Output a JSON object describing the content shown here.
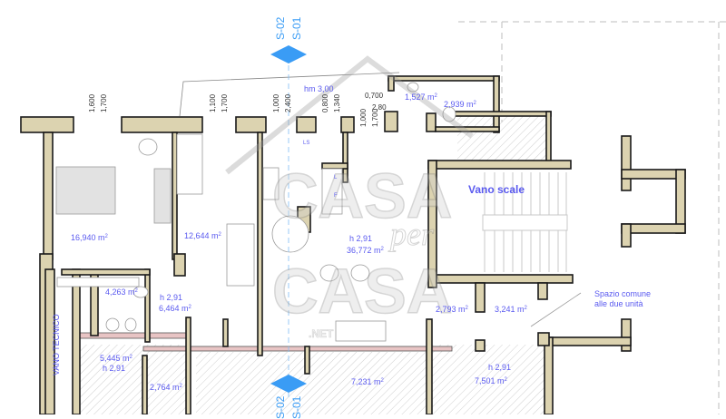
{
  "plan": {
    "section_markers": {
      "top": {
        "a": "S-02",
        "b": "S-01"
      },
      "bottom": {
        "a": "S-02",
        "b": "S-01"
      },
      "color": "#3a9cf5"
    },
    "ceiling_note": "hm 3,00",
    "dimensions": {
      "bed1_window": {
        "w": "1,600",
        "h": "1,700"
      },
      "bed2_window": {
        "w": "1,100",
        "h": "1,700"
      },
      "kitchen_door": {
        "w": "1,000",
        "h": "2,400"
      },
      "kitchen_window": {
        "w": "0,800",
        "h": "1,340"
      },
      "entry_door": {
        "w": "1,000",
        "h": "1,700"
      },
      "small_window": {
        "w": "0,700",
        "h": "2,80"
      }
    },
    "rooms": {
      "bedroom_master": {
        "area": "16,940 m",
        "unit": "2"
      },
      "bedroom_second": {
        "area": "12,644 m",
        "unit": "2"
      },
      "living_kitchen": {
        "height": "h 2,91",
        "area": "36,772 m",
        "unit": "2"
      },
      "hallway": {
        "height": "h 2,91",
        "area": "6,464 m",
        "unit": "2"
      },
      "bathroom_main": {
        "area": "4,263 m",
        "unit": "2"
      },
      "wc_small": {
        "area": "1,527 m",
        "unit": "2"
      },
      "bathroom_upper": {
        "area": "2,939 m",
        "unit": "2"
      },
      "stairwell": {
        "name": "Vano scale"
      },
      "landing_a": {
        "area": "2,793 m",
        "unit": "2"
      },
      "landing_b": {
        "area": "3,241 m",
        "unit": "2"
      },
      "technical_room": {
        "name": "VANO TECNICO"
      },
      "cellar_1": {
        "area": "5,445 m",
        "unit": "2",
        "height": "h 2,91"
      },
      "cellar_2": {
        "area": "2,764 m",
        "unit": "2"
      },
      "cellar_3": {
        "area": "7,231 m",
        "unit": "2"
      },
      "cellar_4": {
        "height": "h 2,91",
        "area": "7,501 m",
        "unit": "2"
      }
    },
    "annotations": {
      "common_space_line1": "Spazio comune",
      "common_space_line2": "alle due unità"
    },
    "appliance_labels": {
      "ls": "LS",
      "l": "L",
      "f": "F"
    },
    "watermark": {
      "line1": "CASA",
      "per": "per",
      "line2": "CASA",
      "suffix": ".NET"
    },
    "colors": {
      "wall_fill": "#dcd3b0",
      "wall_stroke": "#1a1a1a",
      "label": "#5a5af0",
      "section": "#3a9cf5",
      "pink_wall": "#e8c4c4",
      "hatch": "#c8c8c8"
    }
  }
}
